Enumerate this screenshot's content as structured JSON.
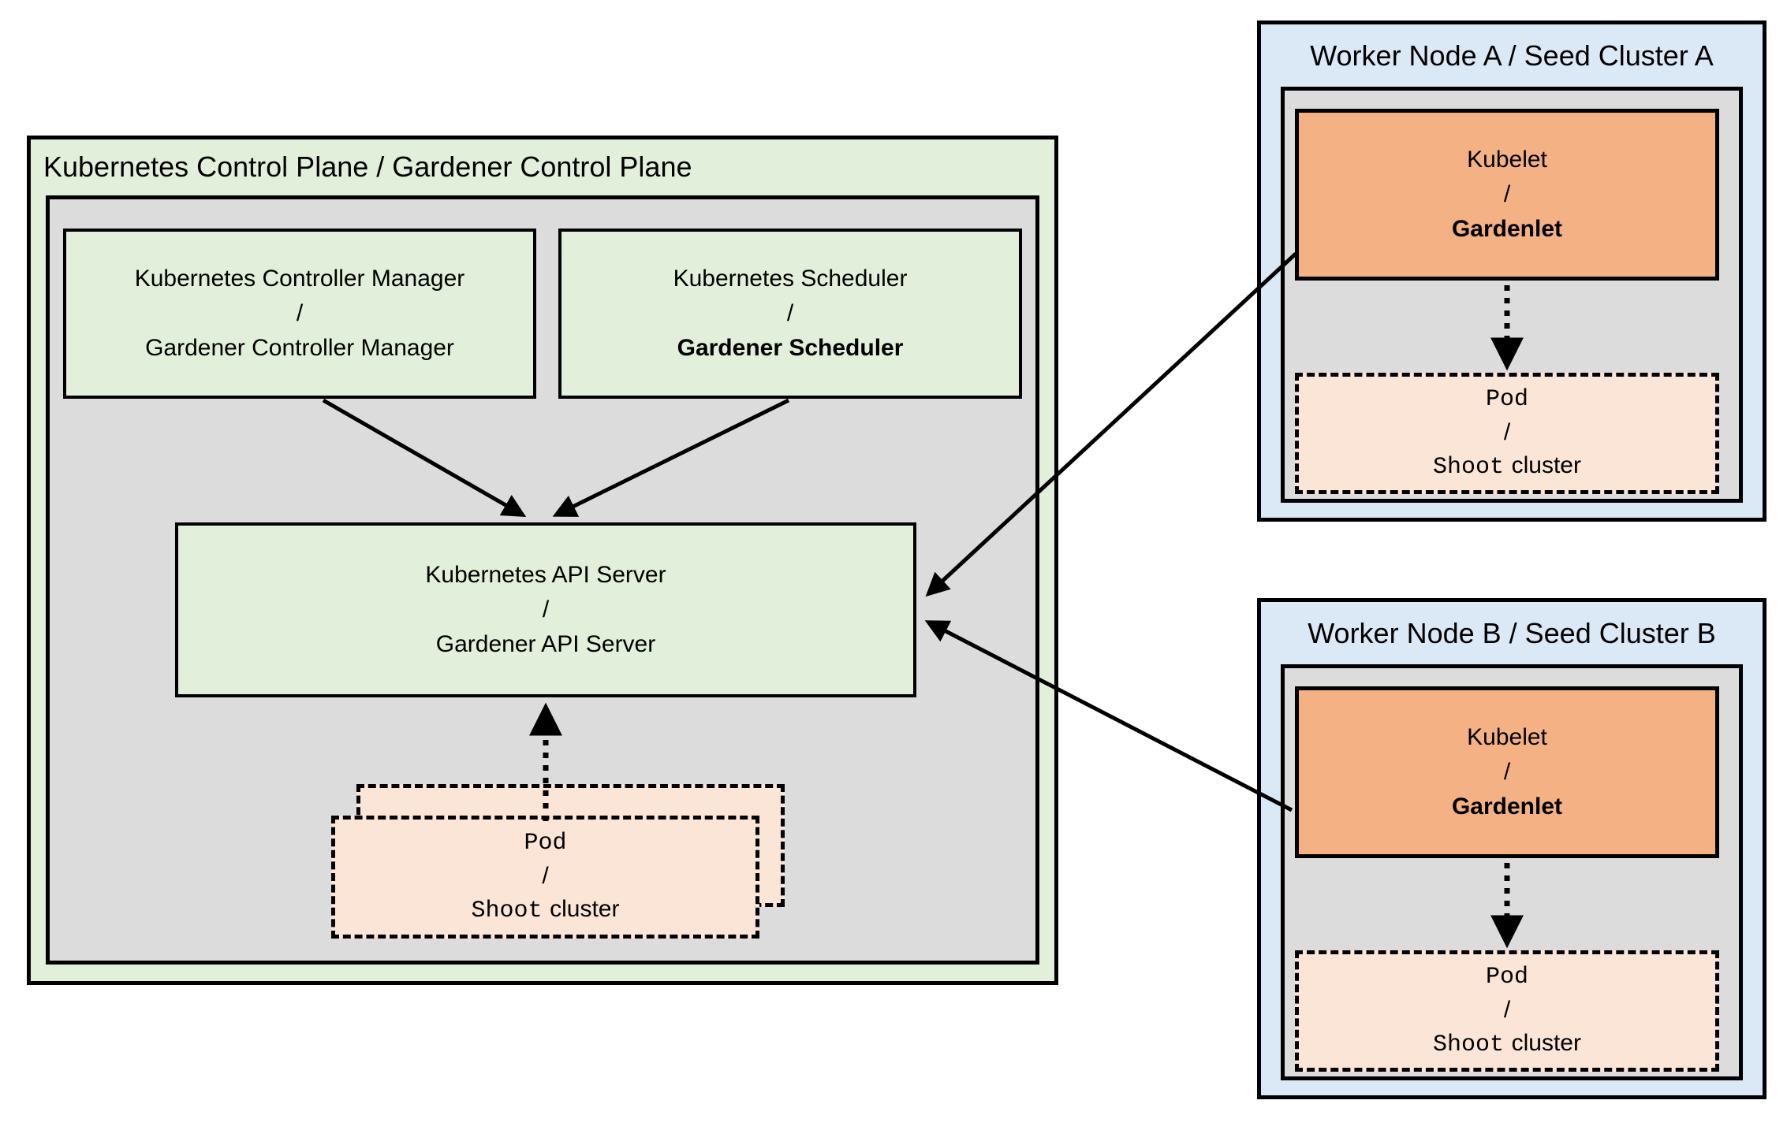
{
  "colors": {
    "green_fill": "#e2efda",
    "gray_fill": "#dcdcdc",
    "blue_fill": "#dbe8f5",
    "orange_fill": "#f4b183",
    "peach_fill": "#fbe5d6",
    "border": "#000000"
  },
  "control_plane": {
    "title": "Kubernetes Control Plane / Gardener Control Plane",
    "controller_manager": {
      "line1": "Kubernetes Controller Manager",
      "separator": "/",
      "line2": "Gardener Controller Manager"
    },
    "scheduler": {
      "line1": "Kubernetes Scheduler",
      "separator": "/",
      "line2": "Gardener Scheduler"
    },
    "api_server": {
      "line1": "Kubernetes API Server",
      "separator": "/",
      "line2": "Gardener API Server"
    },
    "pod_stack": {
      "line1": "Pod",
      "separator": "/",
      "shoot": "Shoot",
      "cluster": "cluster"
    }
  },
  "worker_node_a": {
    "title": "Worker Node A / Seed Cluster A",
    "kubelet": {
      "line1": "Kubelet",
      "separator": "/",
      "line2": "Gardenlet"
    },
    "pod": {
      "line1": "Pod",
      "separator": "/",
      "shoot": "Shoot",
      "cluster": "cluster"
    }
  },
  "worker_node_b": {
    "title": "Worker Node B / Seed Cluster B",
    "kubelet": {
      "line1": "Kubelet",
      "separator": "/",
      "line2": "Gardenlet"
    },
    "pod": {
      "line1": "Pod",
      "separator": "/",
      "shoot": "Shoot",
      "cluster": "cluster"
    }
  }
}
